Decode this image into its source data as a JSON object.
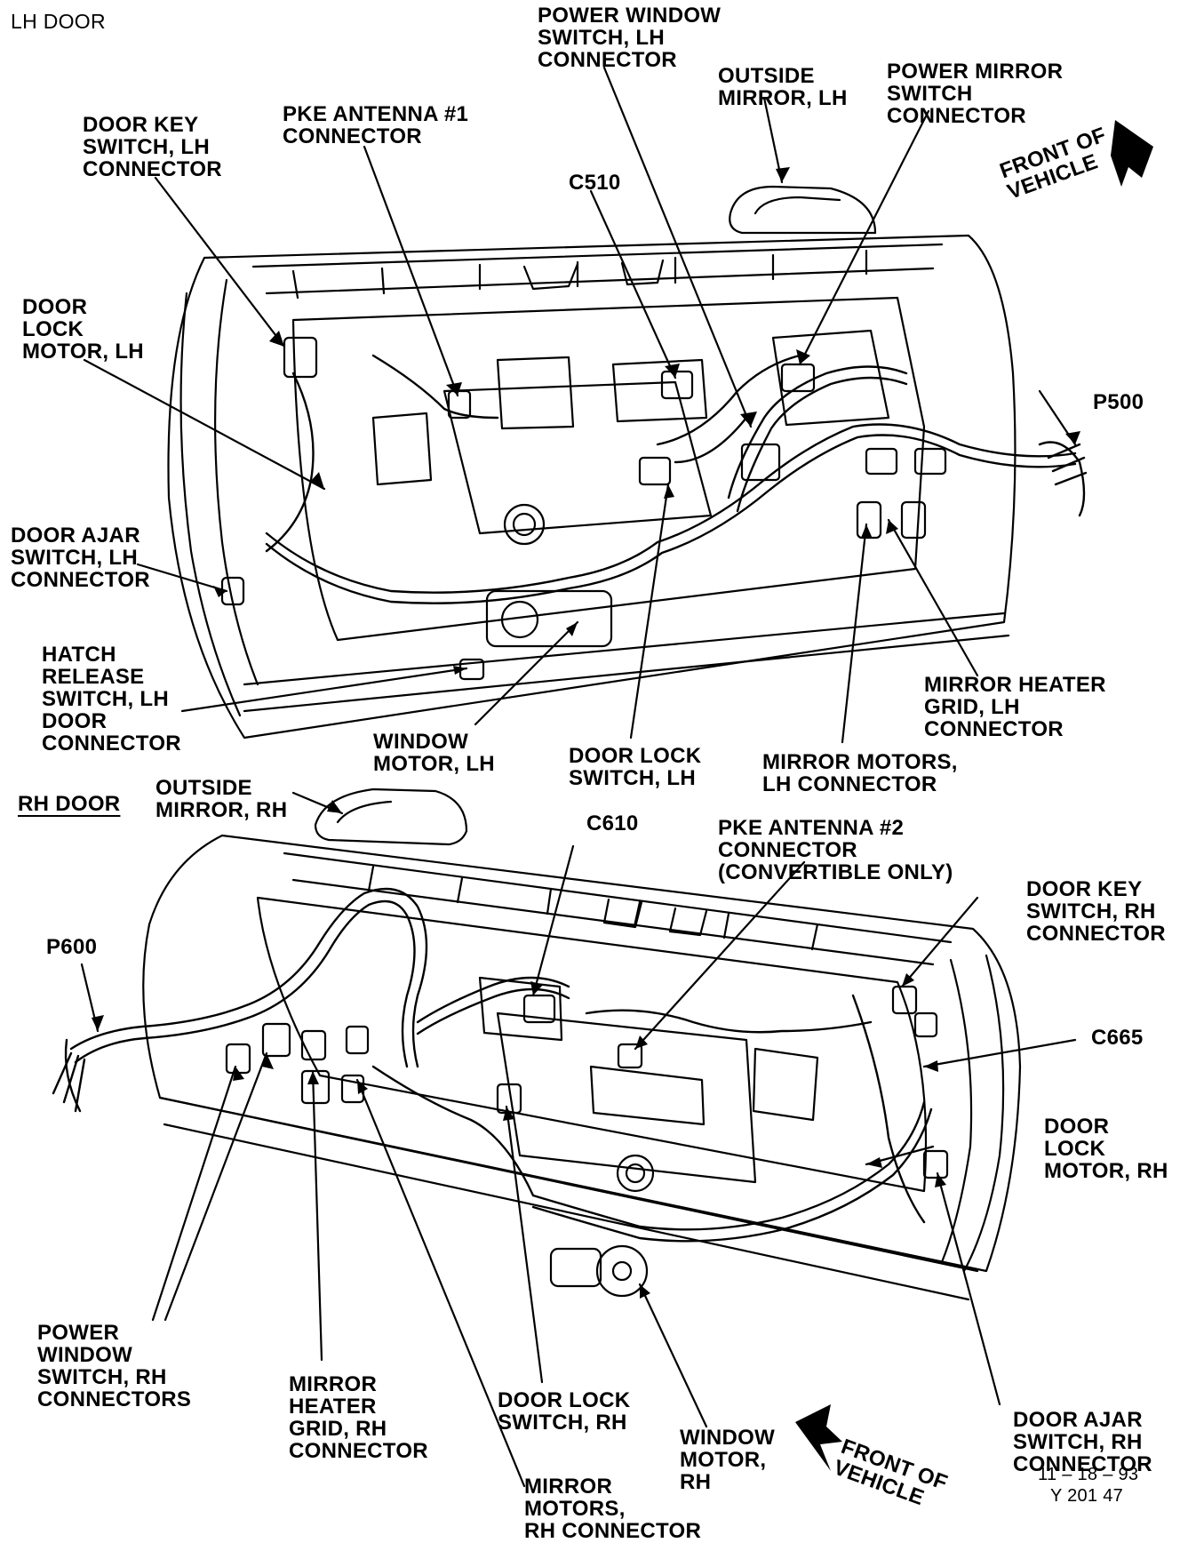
{
  "lh_door": {
    "title": "LH DOOR",
    "labels": {
      "power_window_switch": "POWER WINDOW\nSWITCH, LH\nCONNECTOR",
      "outside_mirror": "OUTSIDE\nMIRROR, LH",
      "power_mirror_switch": "POWER MIRROR\nSWITCH\nCONNECTOR",
      "front_of_vehicle": "FRONT OF\nVEHICLE",
      "door_key_switch": "DOOR KEY\nSWITCH, LH\nCONNECTOR",
      "pke_antenna_1": "PKE ANTENNA #1\nCONNECTOR",
      "c510": "C510",
      "door_lock_motor": "DOOR\nLOCK\nMOTOR, LH",
      "p500": "P500",
      "door_ajar_switch": "DOOR AJAR\nSWITCH, LH\nCONNECTOR",
      "hatch_release_switch": "HATCH\nRELEASE\nSWITCH, LH\nDOOR\nCONNECTOR",
      "mirror_heater_grid": "MIRROR HEATER\nGRID, LH\nCONNECTOR",
      "window_motor": "WINDOW\nMOTOR, LH",
      "door_lock_switch": "DOOR LOCK\nSWITCH, LH",
      "mirror_motors": "MIRROR MOTORS,\nLH CONNECTOR"
    }
  },
  "rh_door": {
    "title": "RH DOOR",
    "labels": {
      "outside_mirror": "OUTSIDE\nMIRROR, RH",
      "c610": "C610",
      "pke_antenna_2": "PKE ANTENNA #2\nCONNECTOR\n(CONVERTIBLE ONLY)",
      "door_key_switch": "DOOR KEY\nSWITCH, RH\nCONNECTOR",
      "p600": "P600",
      "c665": "C665",
      "door_lock_motor": "DOOR\nLOCK\nMOTOR, RH",
      "power_window_switches": "POWER\nWINDOW\nSWITCH, RH\nCONNECTORS",
      "mirror_heater_grid": "MIRROR\nHEATER\nGRID, RH\nCONNECTOR",
      "door_lock_switch": "DOOR LOCK\nSWITCH, RH",
      "window_motor": "WINDOW\nMOTOR,\nRH",
      "door_ajar_switch": "DOOR AJAR\nSWITCH, RH\nCONNECTOR",
      "mirror_motors": "MIRROR\nMOTORS,\nRH CONNECTOR",
      "front_of_vehicle": "FRONT OF\nVEHICLE"
    }
  },
  "footer": {
    "date": "11 – 18 – 93",
    "figure_id": "Y 201 47"
  }
}
